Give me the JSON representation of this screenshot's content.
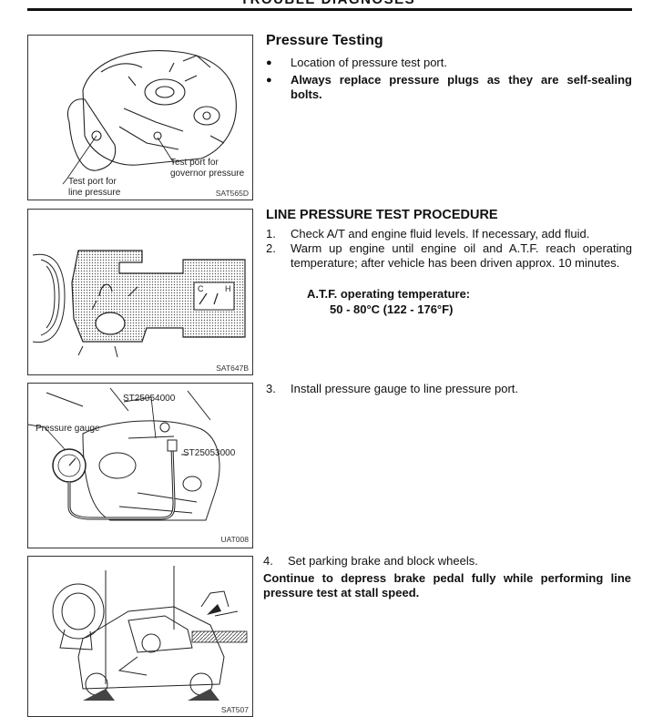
{
  "header": {
    "title": "TROUBLE DIAGNOSES"
  },
  "figures": [
    {
      "code": "SAT565D",
      "labels": [
        "Test port for",
        "governor pressure",
        "Test port for",
        "line pressure"
      ]
    },
    {
      "code": "SAT647B",
      "gauge_letters": [
        "C",
        "H"
      ]
    },
    {
      "code": "UAT008",
      "labels": [
        "ST25054000",
        "Pressure gauge",
        "ST25053000"
      ]
    },
    {
      "code": "SAT507"
    }
  ],
  "sections": {
    "pressure_testing": {
      "title": "Pressure Testing",
      "bullets": [
        "Location of pressure test port.",
        "Always replace pressure plugs as they are self-sealing bolts."
      ]
    },
    "line_pressure": {
      "title": "LINE PRESSURE TEST PROCEDURE",
      "steps": [
        {
          "num": "1.",
          "text": "Check A/T and engine fluid levels. If necessary, add fluid."
        },
        {
          "num": "2.",
          "text": "Warm up engine until engine oil and A.T.F. reach operating temperature; after vehicle has been driven approx. 10 minutes."
        }
      ],
      "atf_label": "A.T.F. operating temperature:",
      "atf_value": "50 - 80°C (122 - 176°F)",
      "step3": {
        "num": "3.",
        "text": "Install pressure gauge to line pressure port."
      },
      "step4": {
        "num": "4.",
        "text": "Set parking brake and block wheels."
      },
      "note": "Continue to depress brake pedal fully while performing line pressure test at stall speed."
    }
  }
}
